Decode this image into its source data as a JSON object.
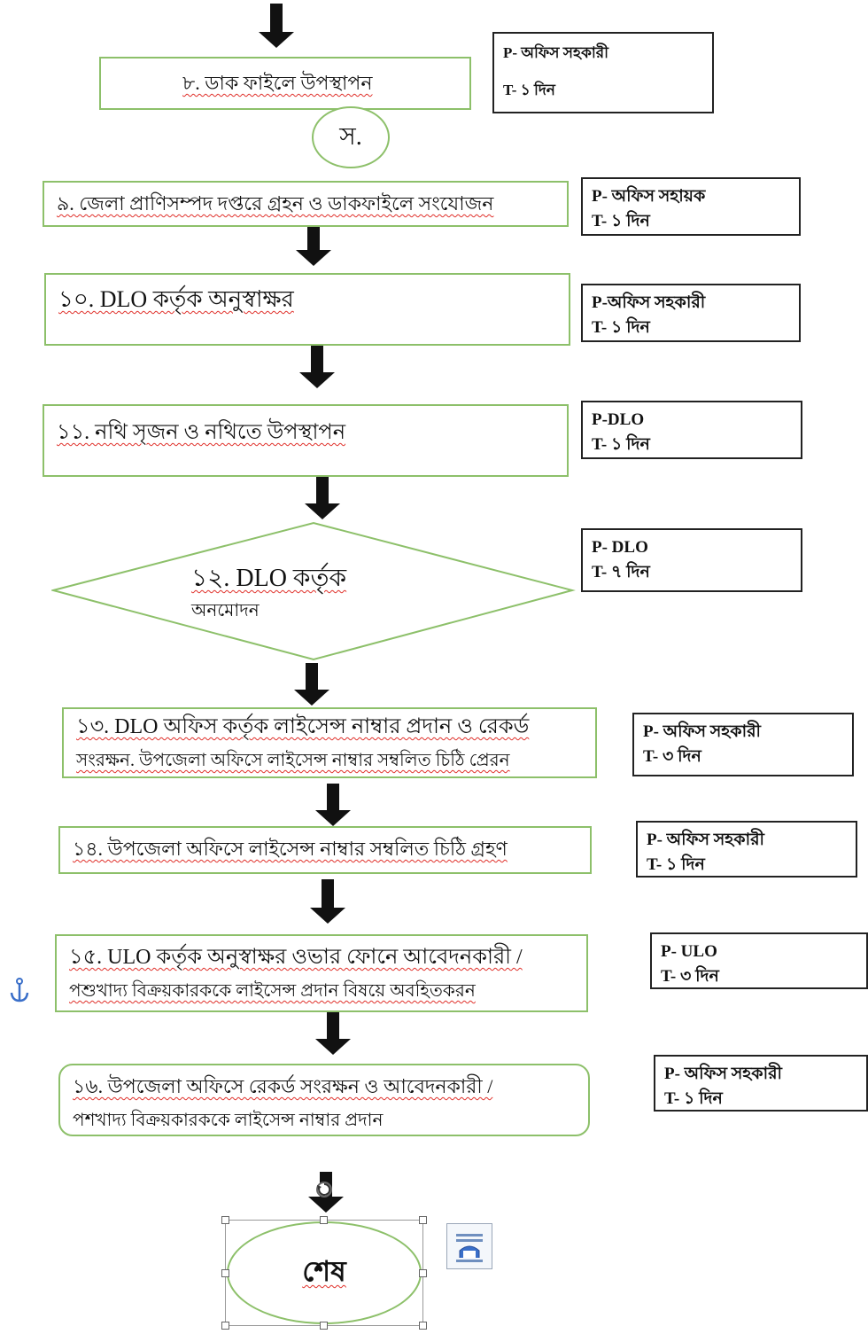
{
  "steps": {
    "s8": {
      "text": "৮. ডাক ফাইলে উপস্থাপন",
      "p": "P- অফিস সহকারী",
      "t": "T- ১ দিন"
    },
    "connector": "স.",
    "s9": {
      "text": "৯. জেলা প্রাণিসম্পদ দপ্তরে গ্রহন ও ডাকফাইলে সংযোজন",
      "p": "P- অফিস সহায়ক",
      "t": "T- ১ দিন"
    },
    "s10": {
      "text": "১০. DLO কর্তৃক অনুস্বাক্ষর",
      "p": "P-অফিস সহকারী",
      "t": "T- ১ দিন"
    },
    "s11": {
      "text": "১১. নথি সৃজন ও নথিতে উপস্থাপন",
      "p": "P-DLO",
      "t": "T- ১ দিন"
    },
    "s12": {
      "line1": "১২. DLO কর্তৃক",
      "line2": "অনমোদন",
      "p": "P- DLO",
      "t": "T- ৭ দিন"
    },
    "s13": {
      "line1": "১৩. DLO অফিস কর্তৃক লাইসেন্স নাম্বার প্রদান ও রেকর্ড",
      "line2": "সংরক্ষন. উপজেলা অফিসে লাইসেন্স নাম্বার সম্বলিত চিঠি প্রেরন",
      "p": "P- অফিস সহকারী",
      "t": "T- ৩ দিন"
    },
    "s14": {
      "text": "১৪. উপজেলা অফিসে লাইসেন্স নাম্বার সম্বলিত চিঠি গ্রহণ",
      "p": "P- অফিস সহকারী",
      "t": "T- ১ দিন"
    },
    "s15": {
      "line1": "১৫. ULO কর্তৃক অনুস্বাক্ষর ওভার ফোনে আবেদনকারী /",
      "line2": "পশুখাদ্য বিক্রয়কারককে লাইসেন্স প্রদান বিষয়ে অবহিতকরন",
      "p": "P- ULO",
      "t": "T- ৩ দিন"
    },
    "s16": {
      "line1": "১৬. উপজেলা অফিসে রেকর্ড সংরক্ষন ও আবেদনকারী /",
      "line2": "পশখাদ্য বিক্রয়কারককে লাইসেন্স নাম্বার প্রদান",
      "p": "P- অফিস সহকারী",
      "t": "T- ১ দিন"
    },
    "end": "শেষ"
  },
  "colors": {
    "shape_border": "#8dc06a",
    "arrow": "#111111",
    "spellcheck": "#e0302a",
    "anchor": "#3a6fc9"
  },
  "icons": {
    "anchor": "anchor-icon",
    "rotate": "rotate-handle-icon",
    "layout": "layout-options-icon"
  }
}
